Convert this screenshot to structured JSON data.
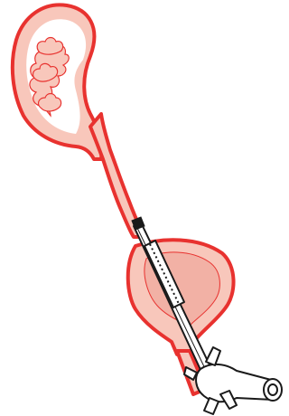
{
  "figure": {
    "colors": {
      "background": "#ffffff",
      "organ_outline": "#e8322f",
      "organ_fill": "#f8c7bb",
      "mucosa_fill": "#f2b1a5",
      "kidney_inner_fill": "#ffffff",
      "instrument_stroke": "#1a1a1a",
      "instrument_fill": "#ffffff"
    },
    "parts": {
      "kidney": "kidney",
      "renal_pelvis": "renal pelvis",
      "ureter": "ureter",
      "bladder": "bladder",
      "urethra": "urethra",
      "scope": "ureteroscope"
    }
  }
}
